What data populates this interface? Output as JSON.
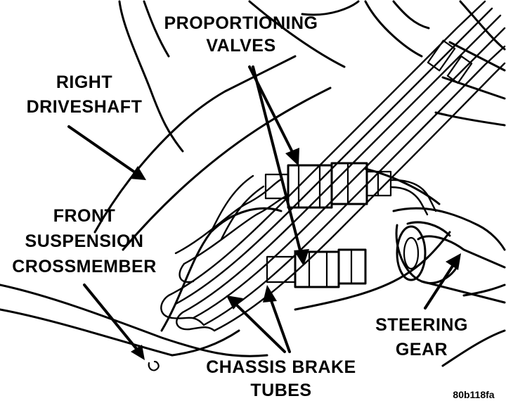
{
  "labels": {
    "proportioning_valves": [
      "PROPORTIONING",
      "VALVES"
    ],
    "right_driveshaft": [
      "RIGHT",
      "DRIVESHAFT"
    ],
    "front_suspension_crossmember": [
      "FRONT",
      "SUSPENSION",
      "CROSSMEMBER"
    ],
    "chassis_brake_tubes": [
      "CHASSIS BRAKE",
      "TUBES"
    ],
    "steering_gear": [
      "STEERING",
      "GEAR"
    ]
  },
  "figure_id": "80b118fa"
}
